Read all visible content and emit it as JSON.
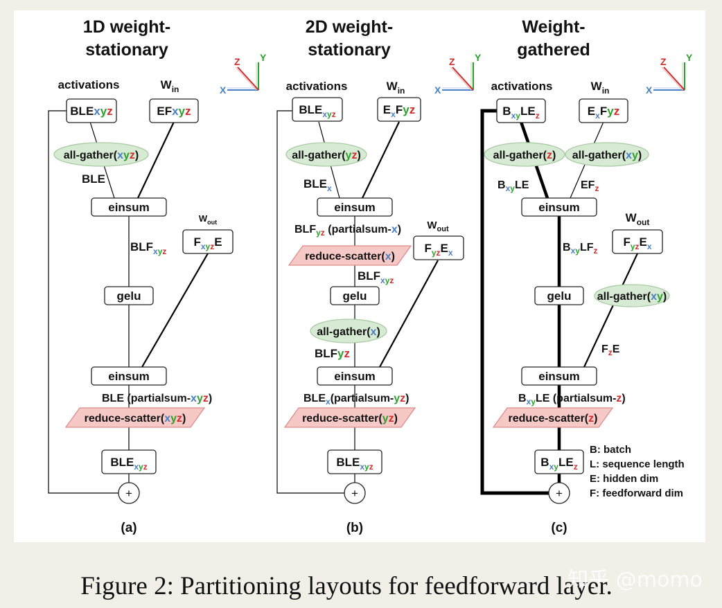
{
  "colors": {
    "x": "#4a7fc1",
    "y": "#2da02d",
    "z": "#d12a2a",
    "gather_fill": "#d7ead3",
    "gather_stroke": "#a9cba3",
    "scatter_fill": "#f6c8c6",
    "scatter_stroke": "#dd8c89",
    "panel": "#ffffff",
    "page": "#f2efe8"
  },
  "caption": "Figure 2: Partitioning layouts for feedforward layer.",
  "watermark": "知乎 @momo",
  "axes": {
    "x": "X",
    "y": "Y",
    "z": "Z"
  },
  "legend": [
    "B: batch",
    "L: sequence length",
    "E: hidden dim",
    "F: feedforward dim"
  ],
  "panels": [
    {
      "id": "a",
      "title": [
        "1D weight-",
        "stationary"
      ],
      "label": "(a)",
      "activations_label": "activations",
      "win_label": [
        [
          "W",
          ""
        ],
        [
          "in",
          "s"
        ]
      ],
      "wout_label": [
        [
          "W",
          ""
        ],
        [
          "out",
          "s"
        ]
      ],
      "act_box": [
        [
          "BLE",
          ""
        ],
        [
          "xyz",
          "m"
        ]
      ],
      "win_box": [
        [
          "EF",
          ""
        ],
        [
          "xyz",
          "m"
        ]
      ],
      "gather1": [
        [
          "all-gather(",
          ""
        ],
        [
          "xyz",
          "m"
        ],
        [
          ")",
          ""
        ]
      ],
      "edge1": [
        [
          "BLE",
          ""
        ]
      ],
      "einsum1": "einsum",
      "edge2": [
        [
          "BLF",
          ""
        ],
        [
          "xyz",
          "ms"
        ]
      ],
      "wout_box": [
        [
          "F",
          ""
        ],
        [
          "xyz",
          "ms"
        ],
        [
          "E",
          ""
        ]
      ],
      "gelu": "gelu",
      "einsum2": "einsum",
      "edge3": [
        [
          "BLE ",
          ""
        ],
        [
          "(partialsum-",
          ""
        ],
        [
          "xyz",
          "m"
        ],
        [
          ")",
          ""
        ]
      ],
      "scatter2": [
        [
          "reduce-scatter(",
          ""
        ],
        [
          "xyz",
          "m"
        ],
        [
          ")",
          ""
        ]
      ],
      "out_box": [
        [
          "BLE",
          ""
        ],
        [
          "xyz",
          "ms"
        ]
      ],
      "plus": "+"
    },
    {
      "id": "b",
      "title": [
        "2D weight-",
        "stationary"
      ],
      "label": "(b)",
      "activations_label": "activations",
      "win_label": [
        [
          "W",
          ""
        ],
        [
          "in",
          "s"
        ]
      ],
      "wout_label": [
        [
          "W",
          ""
        ],
        [
          "out",
          "s"
        ]
      ],
      "act_box": [
        [
          "BLE",
          ""
        ],
        [
          "xyz",
          "ms"
        ]
      ],
      "win_box": [
        [
          "E",
          ""
        ],
        [
          "x",
          "xs"
        ],
        [
          "F",
          ""
        ],
        [
          "yz",
          "m"
        ]
      ],
      "gather1": [
        [
          "all-gather(",
          ""
        ],
        [
          "yz",
          "m"
        ],
        [
          ")",
          ""
        ]
      ],
      "edge1": [
        [
          "BLE",
          ""
        ],
        [
          "x",
          "xs"
        ]
      ],
      "einsum1": "einsum",
      "edge2": [
        [
          "BLF",
          ""
        ],
        [
          "yz",
          "ms"
        ],
        [
          " (partialsum-",
          ""
        ],
        [
          "x",
          "x"
        ],
        [
          ")",
          ""
        ]
      ],
      "scatter1": [
        [
          "reduce-scatter(",
          ""
        ],
        [
          "x",
          "x"
        ],
        [
          ")",
          ""
        ]
      ],
      "edge2b": [
        [
          "BLF",
          ""
        ],
        [
          "xyz",
          "ms"
        ]
      ],
      "wout_box": [
        [
          "F",
          ""
        ],
        [
          "yz",
          "ms"
        ],
        [
          "E",
          ""
        ],
        [
          "x",
          "xs"
        ]
      ],
      "gelu": "gelu",
      "gather2": [
        [
          "all-gather(",
          ""
        ],
        [
          "x",
          "x"
        ],
        [
          ")",
          ""
        ]
      ],
      "edge2c": [
        [
          "BLF",
          ""
        ],
        [
          "yz",
          "m"
        ]
      ],
      "einsum2": "einsum",
      "edge3": [
        [
          "BLE",
          ""
        ],
        [
          "x",
          "xs"
        ],
        [
          "(partialsum-",
          ""
        ],
        [
          "yz",
          "m"
        ],
        [
          ")",
          ""
        ]
      ],
      "scatter2": [
        [
          "reduce-scatter(",
          ""
        ],
        [
          "yz",
          "m"
        ],
        [
          ")",
          ""
        ]
      ],
      "out_box": [
        [
          "BLE",
          ""
        ],
        [
          "xyz",
          "ms"
        ]
      ],
      "plus": "+"
    },
    {
      "id": "c",
      "title": [
        "Weight-",
        "gathered"
      ],
      "label": "(c)",
      "activations_label": "activations",
      "win_label": [
        [
          "W",
          ""
        ],
        [
          "in",
          "s"
        ]
      ],
      "wout_label": [
        [
          "W",
          ""
        ],
        [
          "out",
          "s"
        ]
      ],
      "act_box": [
        [
          "B",
          ""
        ],
        [
          "xy",
          "ms"
        ],
        [
          "LE",
          ""
        ],
        [
          "z",
          "zs"
        ]
      ],
      "win_box": [
        [
          "E",
          ""
        ],
        [
          "x",
          "xs"
        ],
        [
          "F",
          ""
        ],
        [
          "yz",
          "m"
        ]
      ],
      "gather_act": [
        [
          "all-gather(",
          ""
        ],
        [
          "z",
          "z"
        ],
        [
          ")",
          ""
        ]
      ],
      "gather_win": [
        [
          "all-gather(",
          ""
        ],
        [
          "xy",
          "m"
        ],
        [
          ")",
          ""
        ]
      ],
      "edge_act": [
        [
          "B",
          ""
        ],
        [
          "xy",
          "ms"
        ],
        [
          "LE",
          ""
        ]
      ],
      "edge_win": [
        [
          "EF",
          ""
        ],
        [
          "z",
          "zs"
        ]
      ],
      "einsum1": "einsum",
      "edge2": [
        [
          "B",
          ""
        ],
        [
          "xy",
          "ms"
        ],
        [
          "LF",
          ""
        ],
        [
          "z",
          "zs"
        ]
      ],
      "wout_box": [
        [
          "F",
          ""
        ],
        [
          "yz",
          "ms"
        ],
        [
          "E",
          ""
        ],
        [
          "x",
          "xs"
        ]
      ],
      "gelu": "gelu",
      "gather_wout": [
        [
          "all-gather(",
          ""
        ],
        [
          "xy",
          "m"
        ],
        [
          ")",
          ""
        ]
      ],
      "edge_wout": [
        [
          "F",
          ""
        ],
        [
          "z",
          "zs"
        ],
        [
          "E",
          ""
        ]
      ],
      "einsum2": "einsum",
      "edge3": [
        [
          "B",
          ""
        ],
        [
          "xy",
          "ms"
        ],
        [
          "LE",
          ""
        ],
        [
          " (partialsum-",
          ""
        ],
        [
          "z",
          "z"
        ],
        [
          ")",
          ""
        ]
      ],
      "scatter2": [
        [
          "reduce-scatter(",
          ""
        ],
        [
          "z",
          "z"
        ],
        [
          ")",
          ""
        ]
      ],
      "out_box": [
        [
          "B",
          ""
        ],
        [
          "xy",
          "ms"
        ],
        [
          "LE",
          ""
        ],
        [
          "z",
          "zs"
        ]
      ],
      "plus": "+"
    }
  ]
}
